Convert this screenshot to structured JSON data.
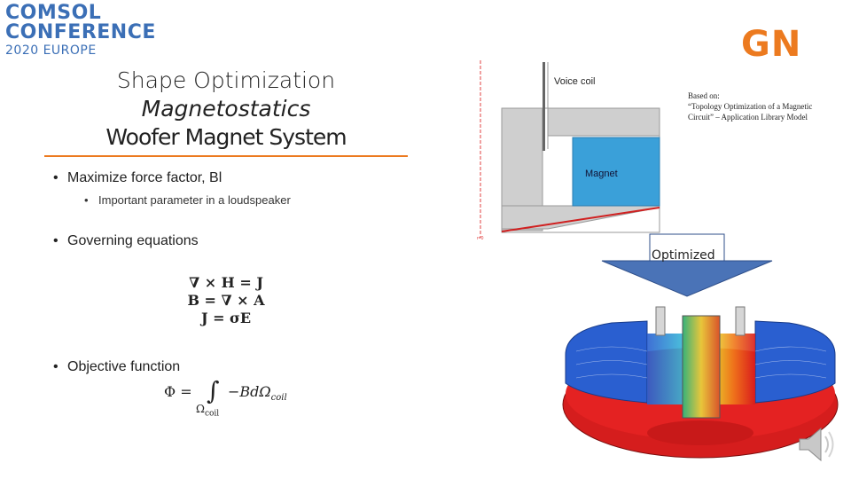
{
  "logos": {
    "comsol_line1": "COMSOL",
    "comsol_line2": "CONFERENCE",
    "comsol_line3": "2020 EUROPE",
    "gn": "GN"
  },
  "titles": {
    "line1": "Shape Optimization",
    "line2": "Magnetostatics",
    "line3": "Woofer Magnet System"
  },
  "bullets": {
    "b1": "Maximize force factor, Bl",
    "b1_sub": "Important parameter in a loudspeaker",
    "b2": "Governing equations",
    "b3": "Objective function"
  },
  "equations": {
    "eq1": "∇ × H = J",
    "eq2": "B = ∇ × A",
    "eq3": "J = σE",
    "objective_lhs": "Φ =",
    "objective_integrand": "−BdΩ",
    "objective_integrand_sub": "coil",
    "objective_domain": "Ω",
    "objective_domain_sub": "coil"
  },
  "diagram": {
    "voice_coil_label": "Voice coil",
    "magnet_label": "Magnet",
    "axis_label": "r=0"
  },
  "reference": {
    "line1": "Based on:",
    "line2": "“Topology Optimization of a Magnetic",
    "line3": "Circuit” – Application Library Model"
  },
  "arrow_label": "Optimized",
  "colors": {
    "comsol_blue": "#3b6fb6",
    "gn_orange": "#ec7a1f",
    "magnet_blue": "#3aa0d9",
    "arrow_blue": "#4a73b7"
  },
  "icons": {
    "speaker": "speaker-icon"
  }
}
